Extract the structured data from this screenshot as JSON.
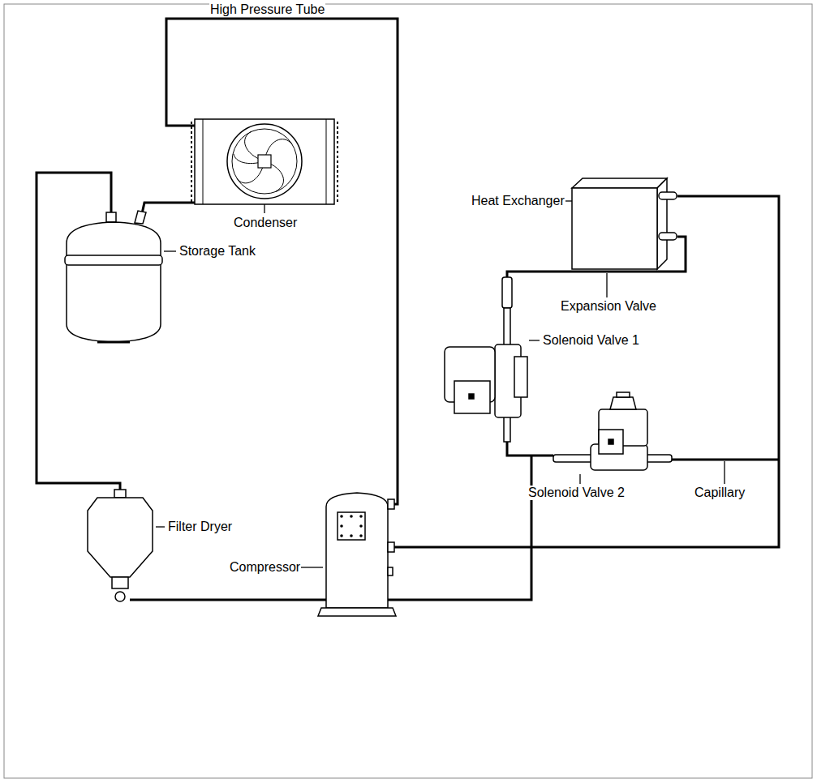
{
  "diagram": {
    "labels": [
      "High Pressure Tube",
      "Condenser",
      "Storage Tank",
      "Filter Dryer",
      "Compressor",
      "Heat Exchanger",
      "Expansion Valve",
      "Solenoid Valve 1",
      "Solenoid Valve 2",
      "Capillary"
    ]
  }
}
